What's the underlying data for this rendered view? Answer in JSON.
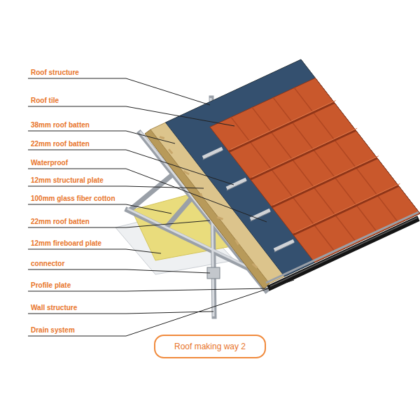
{
  "diagram": {
    "nodes": [
      {
        "text": [
          "Roof making way 2"
        ]
      }
    ],
    "labels": [
      "Roof structure",
      "Roof tile",
      "38mm roof batten",
      "22mm roof batten",
      "Waterproof",
      "12mm structural plate",
      "100mm glass fiber cotton",
      "22mm roof batten",
      "12mm fireboard plate",
      "connector",
      "Profile plate",
      "Wall structure",
      "Drain system"
    ]
  }
}
